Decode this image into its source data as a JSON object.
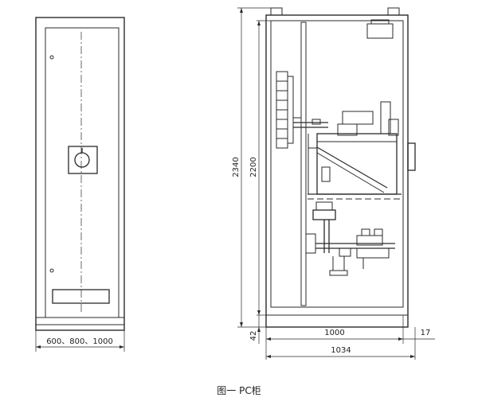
{
  "front_view": {
    "width_label": "600、800、1000"
  },
  "side_view": {
    "height_total_label": "2340",
    "height_inner_label": "2200",
    "base_label": "42",
    "depth_label": "1000",
    "side_offset_label": "17",
    "total_depth_label": "1034"
  },
  "caption": "图一 PC柜",
  "colors": {
    "line": "#2a2a2a",
    "text": "#222222"
  }
}
